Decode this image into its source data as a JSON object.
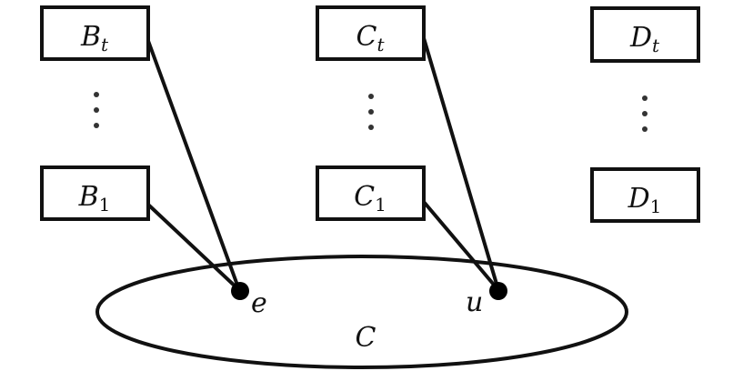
{
  "diagram": {
    "boxes": {
      "b_top": {
        "base": "B",
        "sub": "t"
      },
      "b_bottom": {
        "base": "B",
        "sub": "1"
      },
      "c_top": {
        "base": "C",
        "sub": "t"
      },
      "c_bottom": {
        "base": "C",
        "sub": "1"
      },
      "d_top": {
        "base": "D",
        "sub": "t"
      },
      "d_bottom": {
        "base": "D",
        "sub": "1"
      }
    },
    "ellipse_label": "C",
    "vertices": {
      "e": "e",
      "u": "u"
    }
  }
}
